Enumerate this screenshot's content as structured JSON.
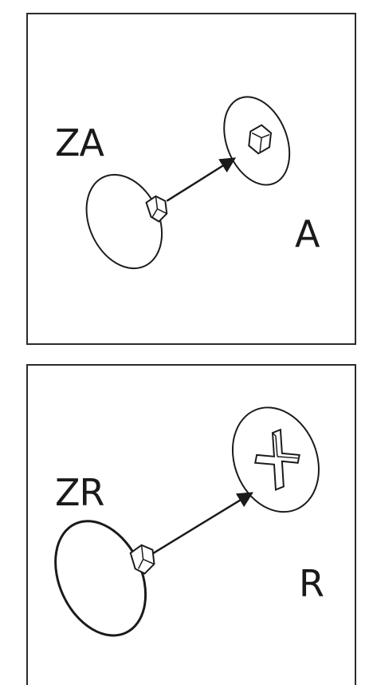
{
  "panels": [
    {
      "cap_label": "ZA",
      "socket_label": "A",
      "socket_icon": "hexagon-socket-icon"
    },
    {
      "cap_label": "ZR",
      "socket_label": "R",
      "socket_icon": "cross-socket-icon"
    }
  ],
  "colors": {
    "line": "#1a1a1a",
    "border": "#2b2b2b",
    "background": "#ffffff"
  }
}
